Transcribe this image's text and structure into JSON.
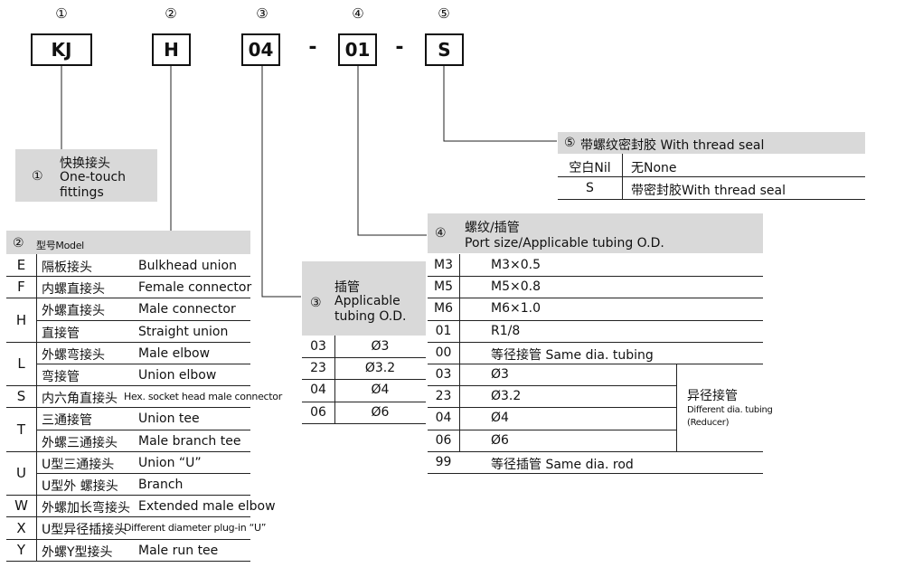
{
  "codes": {
    "c1": {
      "num": "①",
      "code": "KJ"
    },
    "c2": {
      "num": "②",
      "code": "H"
    },
    "c3": {
      "num": "③",
      "code": "04"
    },
    "c4": {
      "num": "④",
      "code": "01"
    },
    "c5": {
      "num": "⑤",
      "code": "S"
    },
    "sep": "-"
  },
  "sec1": {
    "num": "①",
    "zh": "快换接头",
    "en1": "One-touch",
    "en2": "fittings"
  },
  "sec2": {
    "num": "②",
    "title": "型号Model",
    "rows": [
      {
        "code": "E",
        "zh": "隔板接头",
        "en": "Bulkhead union"
      },
      {
        "code": "F",
        "zh": "内螺直接头",
        "en": "Female connector"
      },
      {
        "code": "H",
        "zh": "外螺直接头",
        "en": "Male connector"
      },
      {
        "code": "",
        "zh": "直接管",
        "en": "Straight union"
      },
      {
        "code": "L",
        "zh": "外螺弯接头",
        "en": "Male elbow"
      },
      {
        "code": "",
        "zh": "弯接管",
        "en": "Union elbow"
      },
      {
        "code": "S",
        "zh": "内六角直接头",
        "en": "Hex. socket head male connector"
      },
      {
        "code": "T",
        "zh": "三通接管",
        "en": "Union tee"
      },
      {
        "code": "",
        "zh": "外螺三通接头",
        "en": "Male branch tee"
      },
      {
        "code": "U",
        "zh": "U型三通接头",
        "en": "Union “U”"
      },
      {
        "code": "",
        "zh": "U型外 螺接头",
        "en": "Branch"
      },
      {
        "code": "W",
        "zh": "外螺加长弯接头",
        "en": "Extended male elbow"
      },
      {
        "code": "X",
        "zh": "U型异径插接头",
        "en": "Different diameter plug-in “U”"
      },
      {
        "code": "Y",
        "zh": "外螺Y型接头",
        "en": "Male run tee"
      }
    ]
  },
  "sec3": {
    "num": "③",
    "zh": "插管",
    "en1": "Applicable",
    "en2": "tubing O.D.",
    "rows": [
      {
        "code": "03",
        "val": "Ø3"
      },
      {
        "code": "23",
        "val": "Ø3.2"
      },
      {
        "code": "04",
        "val": "Ø4"
      },
      {
        "code": "06",
        "val": "Ø6"
      }
    ]
  },
  "sec4": {
    "num": "④",
    "zh": "螺纹/插管",
    "en": "Port size/Applicable tubing O.D.",
    "rows": [
      {
        "code": "M3",
        "val": "M3×0.5"
      },
      {
        "code": "M5",
        "val": "M5×0.8"
      },
      {
        "code": "M6",
        "val": "M6×1.0"
      },
      {
        "code": "01",
        "val": "R1/8"
      },
      {
        "code": "00",
        "val": "等径接管 Same dia. tubing"
      },
      {
        "code": "03",
        "val": "Ø3"
      },
      {
        "code": "23",
        "val": "Ø3.2"
      },
      {
        "code": "04",
        "val": "Ø4"
      },
      {
        "code": "06",
        "val": "Ø6"
      },
      {
        "code": "99",
        "val": "等径插管 Same dia. rod"
      }
    ],
    "reducer": {
      "zh": "异径接管",
      "en1": "Different dia. tubing",
      "en2": "(Reducer)"
    }
  },
  "sec5": {
    "num": "⑤",
    "title": "带螺纹密封胶 With thread seal",
    "rows": [
      {
        "code": "空白Nil",
        "val": "无None"
      },
      {
        "code": "S",
        "val": "带密封胶With thread seal"
      }
    ]
  }
}
